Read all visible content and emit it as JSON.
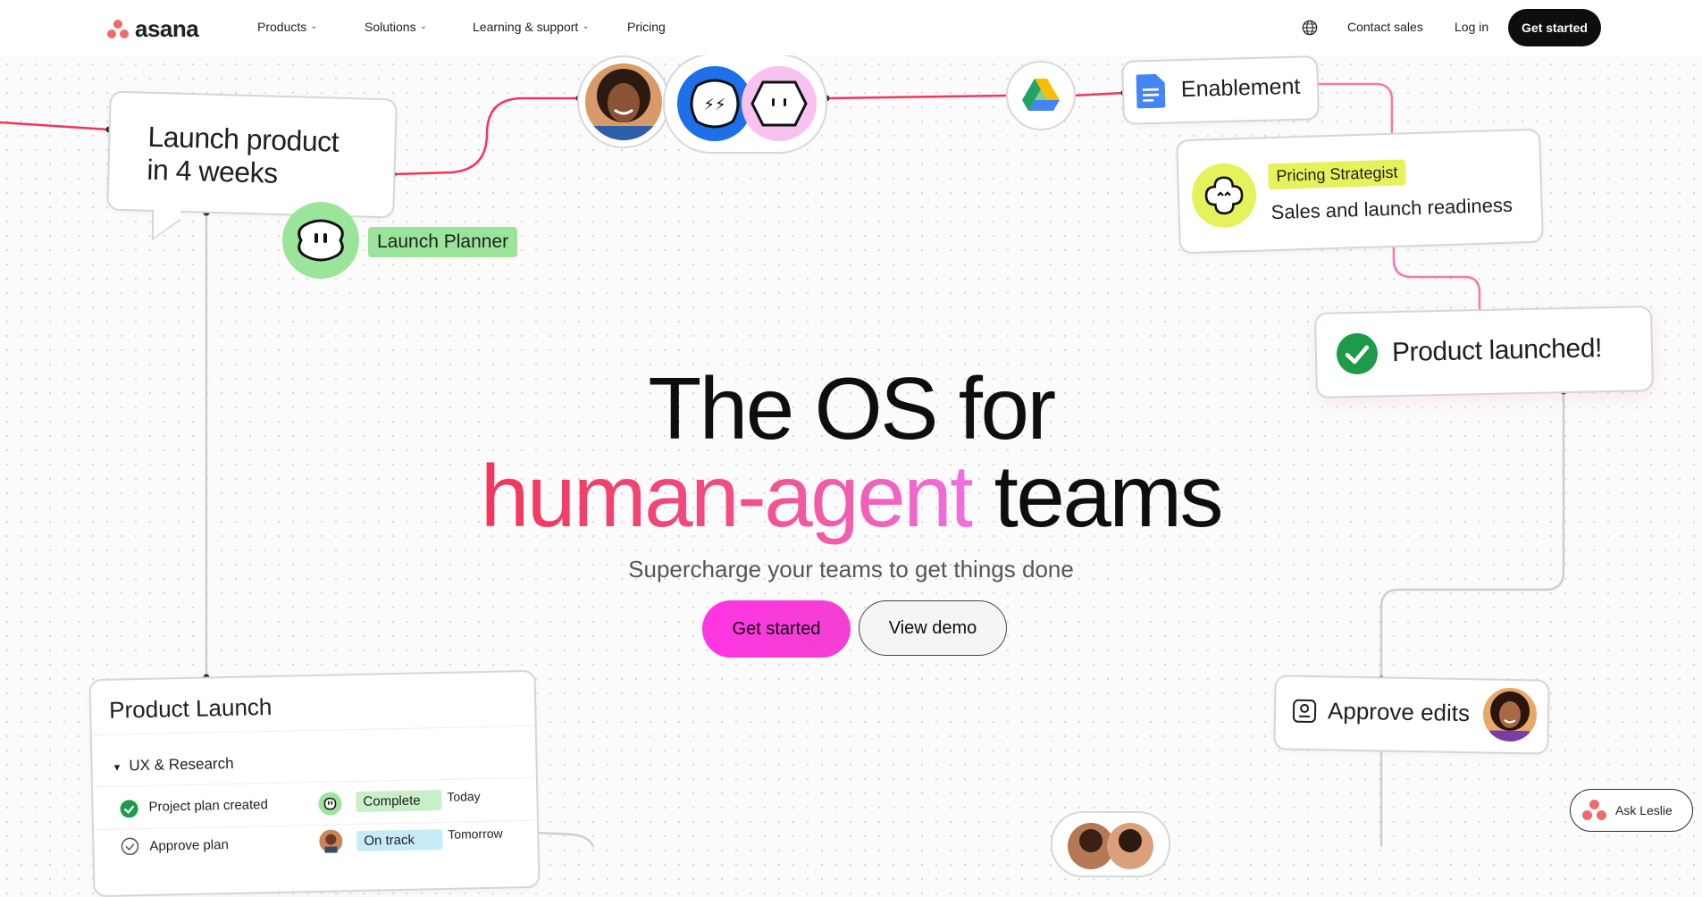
{
  "nav": {
    "brand": "asana",
    "items": [
      {
        "label": "Products"
      },
      {
        "label": "Solutions"
      },
      {
        "label": "Learning & support"
      },
      {
        "label": "Pricing"
      }
    ],
    "contact": "Contact sales",
    "login": "Log in",
    "cta": "Get started"
  },
  "canvas": {
    "bubble": "Launch product in 4 weeks",
    "launch_planner": "Launch Planner",
    "enablement": "Enablement",
    "pricing_tag": "Pricing Strategist",
    "pricing_desc": "Sales and launch readiness",
    "launched": "Product launched!",
    "approve": "Approve edits"
  },
  "hero": {
    "line1": "The OS for",
    "line2_accent": "human-agent",
    "line2_rest": " teams",
    "subtitle": "Supercharge your teams to get things done",
    "primary": "Get started",
    "secondary": "View demo"
  },
  "project": {
    "title": "Product Launch",
    "section": "UX & Research",
    "rows": [
      {
        "task": "Project plan created",
        "status": "Complete",
        "due": "Today"
      },
      {
        "task": "Approve plan",
        "status": "On track",
        "due": "Tomorrow"
      }
    ]
  },
  "assistant": {
    "label": "Ask Leslie"
  },
  "colors": {
    "brand_coral": "#f06a6a",
    "cta_pink": "#ff36e3",
    "tag_green": "#9be59b",
    "tag_yellow": "#e6f25c",
    "status_complete": "#c9efc9",
    "status_ontrack": "#c7ecf8"
  }
}
